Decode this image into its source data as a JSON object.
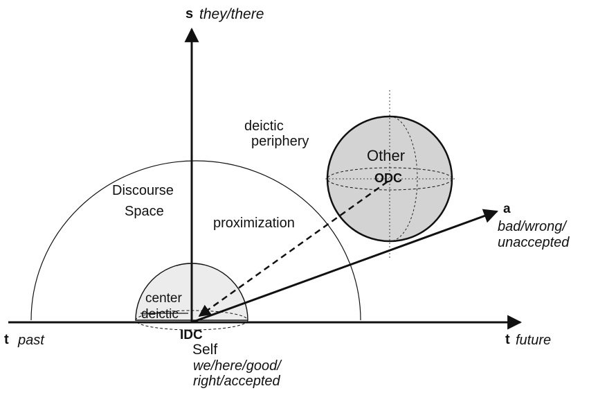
{
  "axes": {
    "s_letter": "s",
    "s_caption": "they/there",
    "t_left_letter": "t",
    "t_left_caption": "past",
    "t_right_letter": "t",
    "t_right_caption": "future",
    "a_letter": "a",
    "a_caption_line1": "bad/wrong/",
    "a_caption_line2": "unaccepted"
  },
  "regions": {
    "discourse_line1": "Discourse",
    "discourse_line2": "Space",
    "periphery_line1": "deictic",
    "periphery_line2": "periphery",
    "proximization": "proximization",
    "center_line1": "center",
    "center_line2": "deictic"
  },
  "other": {
    "label": "Other",
    "code": "ODC"
  },
  "self": {
    "code": "IDC",
    "label": "Self",
    "caption_line1": "we/here/good/",
    "caption_line2": "right/accepted"
  },
  "colors": {
    "ink": "#111111",
    "sphere_fill": "#d3d3d3",
    "dome_fill": "#ececec",
    "background": "#ffffff"
  }
}
